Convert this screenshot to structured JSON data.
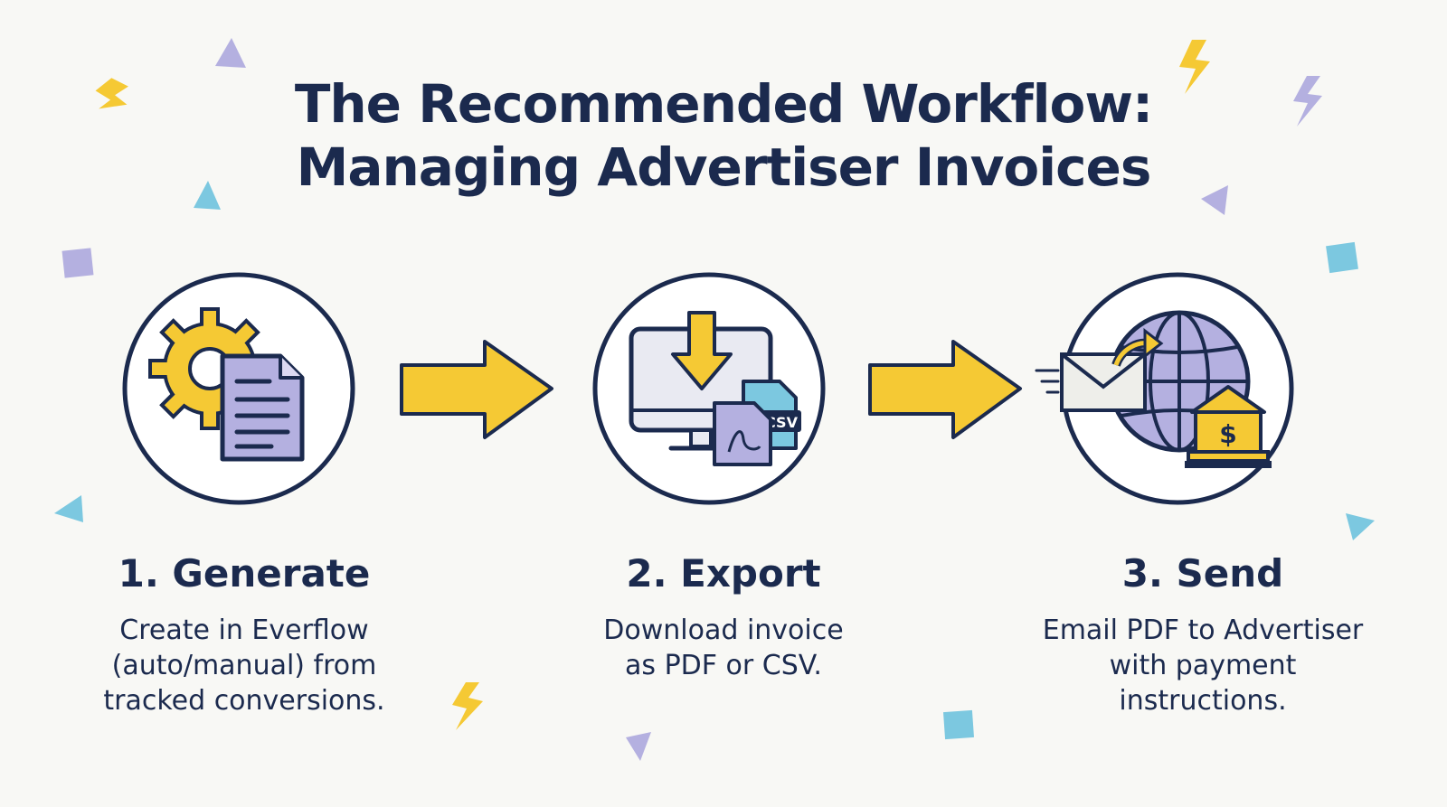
{
  "title": {
    "line1": "The Recommended Workflow:",
    "line2": "Managing Advertiser Invoices"
  },
  "steps": [
    {
      "heading": "1. Generate",
      "desc_lines": [
        "Create in Everflow",
        "(auto/manual) from",
        "tracked conversions."
      ],
      "icon": "gear-document-icon"
    },
    {
      "heading": "2. Export",
      "desc_lines": [
        "Download invoice",
        "as PDF or CSV."
      ],
      "icon": "monitor-download-icon",
      "file_label": "CSV"
    },
    {
      "heading": "3. Send",
      "desc_lines": [
        "Email PDF to Advertiser",
        "with payment",
        "instructions."
      ],
      "icon": "email-globe-bank-icon",
      "bank_symbol": "$"
    }
  ],
  "colors": {
    "navy": "#1b2a4e",
    "yellow": "#f5c934",
    "lavender": "#b4b0e0",
    "teal": "#7cc8e0",
    "background": "#f8f8f5"
  }
}
